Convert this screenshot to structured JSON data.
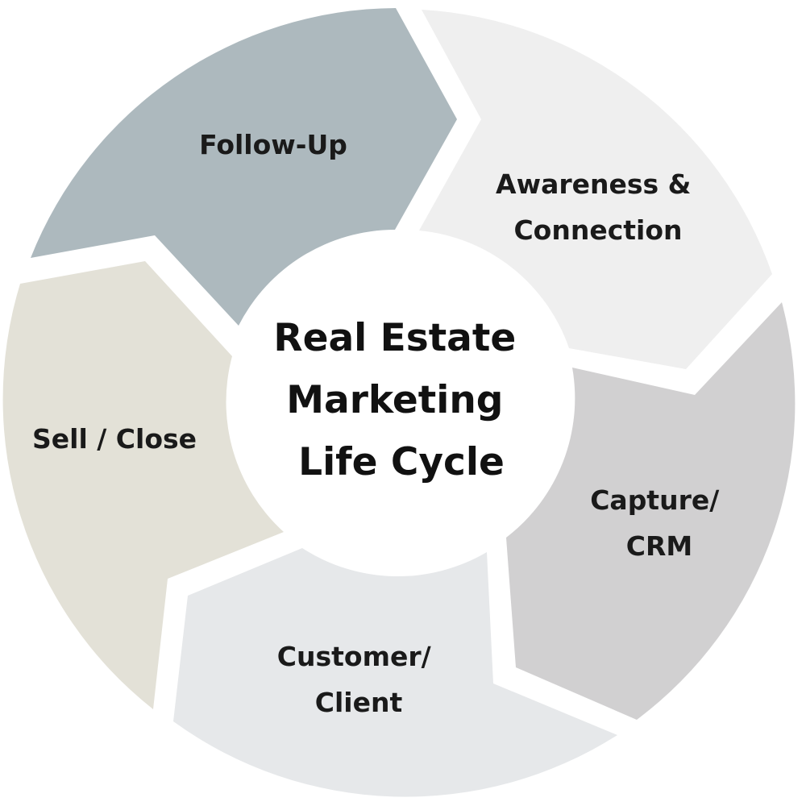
{
  "diagram": {
    "center": {
      "lines": [
        "Real Estate",
        "Marketing",
        "Life Cycle"
      ]
    },
    "segments": [
      {
        "id": "follow-up",
        "lines": [
          "Follow-Up"
        ],
        "color": "#adb9be"
      },
      {
        "id": "awareness-connection",
        "lines": [
          "Awareness &",
          "Connection"
        ],
        "color": "#efefef"
      },
      {
        "id": "capture-crm",
        "lines": [
          "Capture/",
          "CRM"
        ],
        "color": "#d1d0d1"
      },
      {
        "id": "customer-client",
        "lines": [
          "Customer/",
          "Client"
        ],
        "color": "#e6e8ea"
      },
      {
        "id": "sell-close",
        "lines": [
          "Sell / Close"
        ],
        "color": "#e3e1d7"
      }
    ]
  }
}
